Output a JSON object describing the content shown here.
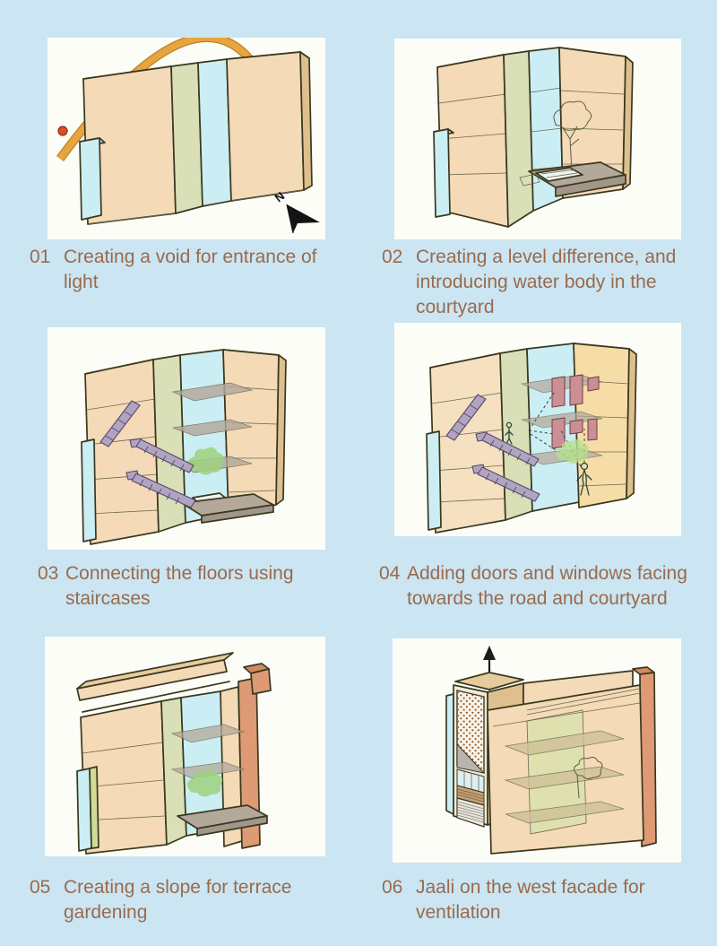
{
  "page": {
    "background_color": "#cbe5f2",
    "panel_background_color": "#fdfdf8",
    "caption_color": "#9a6a4c"
  },
  "palette": {
    "tan": "#f4dab6",
    "tan_dark": "#e7cb9c",
    "cyan_glass": "#cbeef4",
    "olive_wall": "#d9dfb6",
    "gray_floor": "#b3a89a",
    "stair_purple": "#b1a4c1",
    "door_pink": "#cb8e95",
    "tree_green": "#a4d37f",
    "terrace_chartreuse": "#bccb55",
    "column_salmon": "#dd9a74",
    "sun_path_orange": "#e8a53e",
    "sun_dot_yellow": "#f5e33c",
    "sun_dot_red": "#dd4f25",
    "sketch_line": "#3a381f"
  },
  "panels": [
    {
      "number": "01",
      "caption": "Creating a void for entrance of light",
      "north_label": "N",
      "sketch": "massing with courtyard void, sun path arc, north arrow"
    },
    {
      "number": "02",
      "caption": "Creating a level difference, and introducing water body in the courtyard",
      "sketch": "massing with sunken courtyard, water body and tree"
    },
    {
      "number": "03",
      "caption": "Connecting the floors using staircases",
      "sketch": "section with purple staircases linking floor plates"
    },
    {
      "number": "04",
      "caption": "Adding doors and windows facing towards the road and courtyard",
      "sketch": "section with pink doors and windows, people and sight lines"
    },
    {
      "number": "05",
      "caption": "Creating a slope for terrace gardening",
      "sketch": "massing with sloped roof slab and green terrace planters"
    },
    {
      "number": "06",
      "caption": "Jaali on the west facade for ventilation",
      "sketch": "massing with perforated jaali screen tower and up arrow"
    }
  ]
}
